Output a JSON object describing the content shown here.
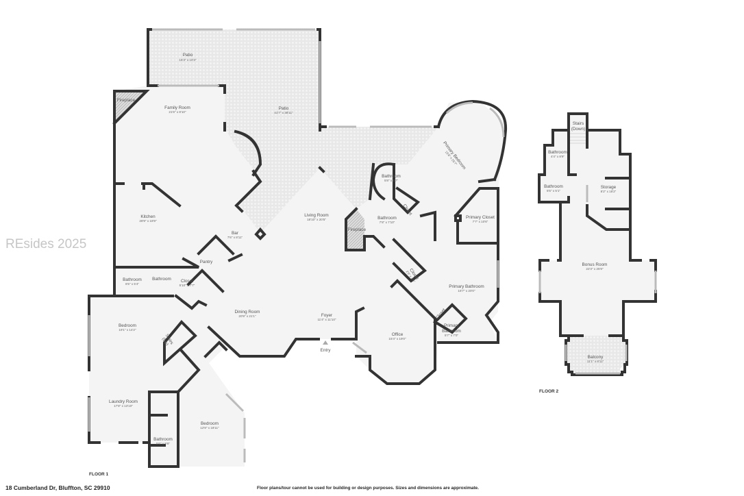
{
  "watermark": "REsides 2025",
  "floor1": {
    "label": "FLOOR 1",
    "rooms": [
      {
        "name": "Patio",
        "dims": "15'3\" x 10'3\""
      },
      {
        "name": "Patio",
        "dims": "41'7\" x 38'11\""
      },
      {
        "name": "Fireplace",
        "dims": ""
      },
      {
        "name": "Family Room",
        "dims": "21'6\" x 8'10\""
      },
      {
        "name": "Kitchen",
        "dims": "28'9\" x 18'9\""
      },
      {
        "name": "Bar",
        "dims": "7'6\" x 8'11\""
      },
      {
        "name": "Pantry",
        "dims": ""
      },
      {
        "name": "Bathroom",
        "dims": "6'5\" x 5'4\""
      },
      {
        "name": "Bathroom",
        "dims": ""
      },
      {
        "name": "Closet",
        "dims": "5'10\" x 7'7\""
      },
      {
        "name": "Dining Room",
        "dims": "20'9\" x 21'1\""
      },
      {
        "name": "Bedroom",
        "dims": "19'1\" x 14'2\""
      },
      {
        "name": "Stairs",
        "dims": "(Up)"
      },
      {
        "name": "Laundry Room",
        "dims": "17'8\" x 13'10\""
      },
      {
        "name": "Bedroom",
        "dims": "12'9\" x 18'11\""
      },
      {
        "name": "Bathroom",
        "dims": "5'6\" x 9'8\""
      },
      {
        "name": "Living Room",
        "dims": "18'10\" x 20'5\""
      },
      {
        "name": "Fireplace",
        "dims": ""
      },
      {
        "name": "Bathroom",
        "dims": "5'8\" x 6'7\""
      },
      {
        "name": "Bathroom",
        "dims": "7'8\" x 7'10\""
      },
      {
        "name": "Closet",
        "dims": ""
      },
      {
        "name": "Primary Bedroom",
        "dims": "15'6\" x 25'7\""
      },
      {
        "name": "Primary Closet",
        "dims": "7'7\" x 10'6\""
      },
      {
        "name": "Closet",
        "dims": "2'9\" x 4'4\""
      },
      {
        "name": "Primary Bathroom",
        "dims": "16'7\" x 20'0\""
      },
      {
        "name": "Closet",
        "dims": ""
      },
      {
        "name": "Primary",
        "dims": "Bathroom",
        "dims2": "5'7\" x 7'0\""
      },
      {
        "name": "Foyer",
        "dims": "11'4\" x 11'10\""
      },
      {
        "name": "Office",
        "dims": "15'4\" x 19'0\""
      },
      {
        "name": "Entry",
        "dims": ""
      }
    ]
  },
  "floor2": {
    "label": "FLOOR 2",
    "rooms": [
      {
        "name": "Stairs",
        "dims": "(Down)"
      },
      {
        "name": "Bathroom",
        "dims": "4'4\" x 8'9\""
      },
      {
        "name": "Bathroom",
        "dims": "5'5\" x 5'1\""
      },
      {
        "name": "Storage",
        "dims": "8'2\" x 18'2\""
      },
      {
        "name": "Bonus Room",
        "dims": "22'3\" x 25'9\""
      },
      {
        "name": "Balcony",
        "dims": "11'1\" x 8'11\""
      }
    ]
  },
  "footer": {
    "address": "18 Cumberland Dr, Bluffton, SC 29910",
    "disclaimer": "Floor plans/tour cannot be used for building or design purposes. Sizes and dimensions are approximate."
  },
  "colors": {
    "wall": "#333333",
    "floor": "#f4f4f4",
    "patio": "#e6e6e6",
    "window": "#bbbbbb"
  }
}
